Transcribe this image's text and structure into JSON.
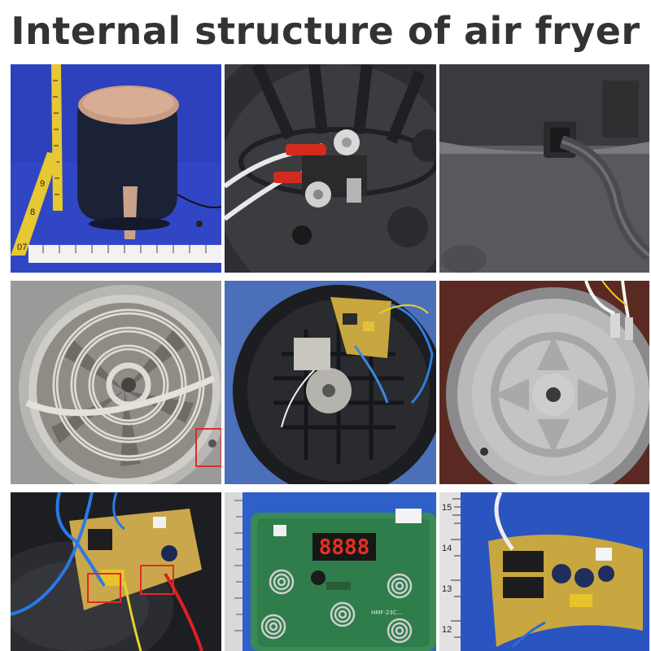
{
  "page": {
    "title": "Internal structure of air fryer"
  },
  "photos": [
    {
      "subject": "air-fryer-exterior",
      "ruler_numbers": [
        "07",
        "8",
        "9"
      ]
    },
    {
      "subject": "base-terminals"
    },
    {
      "subject": "cable-entry"
    },
    {
      "subject": "heating-element"
    },
    {
      "subject": "control-board-wiring"
    },
    {
      "subject": "heating-plate-top"
    },
    {
      "subject": "relay-board"
    },
    {
      "subject": "display-board",
      "led_digits": "8888",
      "pcb_text": "HMF-23C…"
    },
    {
      "subject": "power-board",
      "ruler_numbers": [
        "15",
        "14",
        "13",
        "12"
      ]
    }
  ],
  "colors": {
    "blue_backdrop": "#2d3fc0",
    "pcb_yellow": "#c8a640",
    "pcb_green": "#2f7d4a",
    "led_red": "#e83020",
    "highlight_box": "#e22a2a"
  }
}
